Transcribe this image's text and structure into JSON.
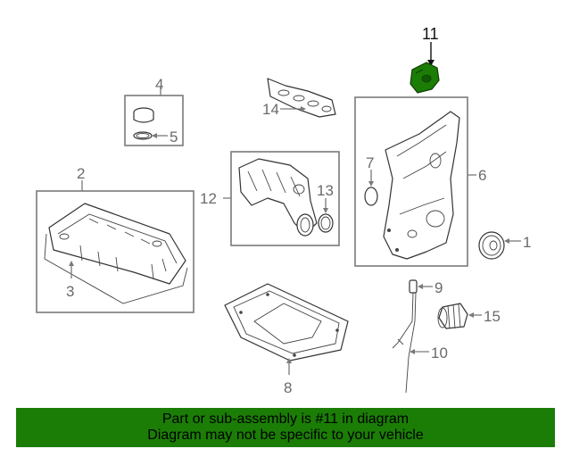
{
  "callouts": {
    "c1": "1",
    "c2": "2",
    "c3": "3",
    "c4": "4",
    "c5": "5",
    "c6": "6",
    "c7": "7",
    "c8": "8",
    "c9": "9",
    "c10": "10",
    "c11": "11",
    "c12": "12",
    "c13": "13",
    "c14": "14",
    "c15": "15"
  },
  "highlight_color": "#1b7d06",
  "footer": {
    "line1": "Part or sub-assembly is #11 in diagram",
    "line2": "Diagram may not be specific to your vehicle"
  }
}
